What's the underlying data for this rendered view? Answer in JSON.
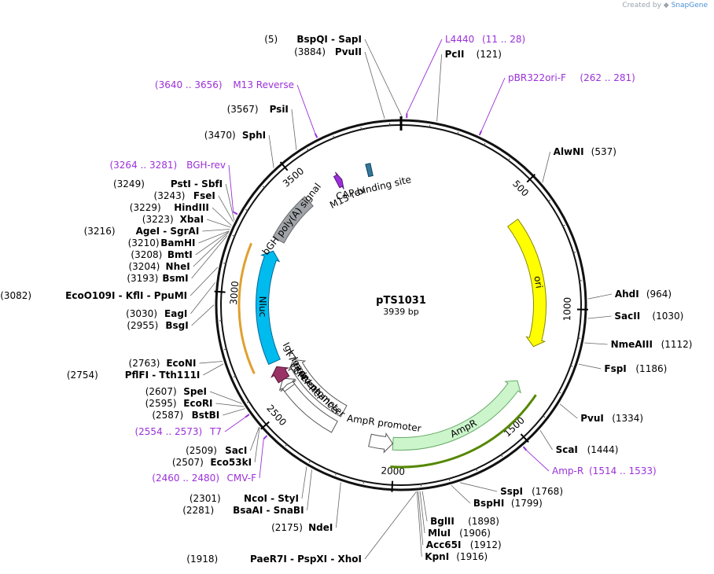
{
  "branding": {
    "created_by": "Created by",
    "product": "SnapGene",
    "logo_icon": "snapgene-logo-icon"
  },
  "plasmid": {
    "name": "pTS1031",
    "length_label": "3939 bp",
    "length": 3939
  },
  "ticks": [
    "500",
    "1000",
    "1500",
    "2000",
    "2500",
    "3000",
    "3500"
  ],
  "features": [
    {
      "name": "ori",
      "start": 587,
      "end": 1175,
      "dir": 1,
      "color": "#ffff00",
      "stroke": "#888800",
      "r": 0.89,
      "label_pos": "inside-arc"
    },
    {
      "name": "AmpR",
      "start": 1346,
      "end": 2006,
      "dir": -1,
      "color": "#ccf5cc",
      "stroke": "#66aa66",
      "r": 0.89,
      "label_pos": "inside-arc"
    },
    {
      "name": "AmpR promoter",
      "start": 2007,
      "end": 2111,
      "dir": -1,
      "color": "#ffffff",
      "stroke": "#555555",
      "r": 0.89,
      "label_pos": "outside"
    },
    {
      "name": "CMV enhancer",
      "start": 2280,
      "end": 2659,
      "dir": 1,
      "color": "#ffffff",
      "stroke": "#555555",
      "r": 0.79,
      "label_pos": "inside-arc"
    },
    {
      "name": "CMV promoter",
      "start": 2283,
      "end": 2606,
      "dir": 1,
      "color": "#ffffff",
      "stroke": "#555555",
      "r": 0.89,
      "label_pos": "outside"
    },
    {
      "name": "T7 promoter",
      "start": 2554,
      "end": 2573,
      "dir": 1,
      "color": "#ffffff",
      "stroke": "#555555",
      "r": 0.89,
      "label_pos": "outside"
    },
    {
      "name": "Igk leader",
      "start": 2600,
      "end": 2666,
      "dir": 1,
      "color": "#993366",
      "stroke": "#551133",
      "r": 0.89,
      "label_pos": "outside"
    },
    {
      "name": "Nluc",
      "start": 2690,
      "end": 3205,
      "dir": 1,
      "color": "#00bbee",
      "stroke": "#006699",
      "r": 0.89,
      "label_pos": "inside-arc"
    },
    {
      "name": "bGH poly(A) signal",
      "start": 3260,
      "end": 3484,
      "dir": 0,
      "color": "#a0a4a8",
      "stroke": "#666a6e",
      "r": 0.89,
      "label_pos": "inside-arc"
    },
    {
      "name": "M13 rev",
      "start": 3637,
      "end": 3663,
      "dir": 1,
      "color": "#9b30d9",
      "stroke": "#551177",
      "r": 0.89,
      "label_pos": "outside"
    },
    {
      "name": "CAP binding site",
      "start": 3784,
      "end": 3805,
      "dir": 0,
      "color": "#337799",
      "stroke": "#114466",
      "r": 0.89,
      "label_pos": "outside"
    }
  ],
  "outer_features": [
    {
      "name": "AmpR-ring",
      "start": 1353,
      "end": 2011,
      "color": "#558800"
    },
    {
      "name": "Nluc-ring",
      "start": 2680,
      "end": 3200,
      "color": "#e0a030"
    }
  ],
  "primers": [
    {
      "name": "L4440",
      "range": "(11 .. 28)",
      "pos": 19
    },
    {
      "name": "pBR322ori-F",
      "range": "(262 .. 281)",
      "pos": 271
    },
    {
      "name": "Amp-R",
      "range": "(1514 .. 1533)",
      "pos": 1523
    },
    {
      "name": "CMV-F",
      "range": "(2460 .. 2480)",
      "pos": 2470
    },
    {
      "name": "T7",
      "range": "(2554 .. 2573)",
      "pos": 2563
    },
    {
      "name": "BGH-rev",
      "range": "(3264 .. 3281)",
      "pos": 3272
    },
    {
      "name": "M13 Reverse",
      "range": "(3640 .. 3656)",
      "pos": 3648
    }
  ],
  "sites_right": [
    {
      "name": "PcII",
      "pos": "(121)",
      "bp": 121
    },
    {
      "name": "AlwNI",
      "pos": "(537)",
      "bp": 537
    },
    {
      "name": "AhdI",
      "pos": "(964)",
      "bp": 964
    },
    {
      "name": "SacII",
      "pos": "(1030)",
      "bp": 1030
    },
    {
      "name": "NmeAIII",
      "pos": "(1112)",
      "bp": 1112
    },
    {
      "name": "FspI",
      "pos": "(1186)",
      "bp": 1186
    },
    {
      "name": "PvuI",
      "pos": "(1334)",
      "bp": 1334
    },
    {
      "name": "ScaI",
      "pos": "(1444)",
      "bp": 1444
    },
    {
      "name": "SspI",
      "pos": "(1768)",
      "bp": 1768
    },
    {
      "name": "BspHI",
      "pos": "(1799)",
      "bp": 1799
    },
    {
      "name": "BglII",
      "pos": "(1898)",
      "bp": 1898
    },
    {
      "name": "MluI",
      "pos": "(1906)",
      "bp": 1906
    },
    {
      "name": "Acc65I",
      "pos": "(1912)",
      "bp": 1912
    },
    {
      "name": "KpnI",
      "pos": "(1916)",
      "bp": 1916
    }
  ],
  "sites_left": [
    {
      "name": "BspQI  - SapI",
      "pos": "(5)",
      "bp": 5
    },
    {
      "name": "PvuII",
      "pos": "(3884)",
      "bp": 3884
    },
    {
      "name": "PsiI",
      "pos": "(3567)",
      "bp": 3567
    },
    {
      "name": "SphI",
      "pos": "(3470)",
      "bp": 3470
    },
    {
      "name": "PstI  - SbfI",
      "pos": "(3249)",
      "bp": 3249
    },
    {
      "name": "FseI",
      "pos": "(3243)",
      "bp": 3243
    },
    {
      "name": "HindIII",
      "pos": "(3229)",
      "bp": 3229
    },
    {
      "name": "XbaI",
      "pos": "(3223)",
      "bp": 3223
    },
    {
      "name": "AgeI  - SgrAI",
      "pos": "(3216)",
      "bp": 3216
    },
    {
      "name": "BamHI",
      "pos": "(3210)",
      "bp": 3210
    },
    {
      "name": "BmtI",
      "pos": "(3208)",
      "bp": 3208
    },
    {
      "name": "NheI",
      "pos": "(3204)",
      "bp": 3204
    },
    {
      "name": "BsmI",
      "pos": "(3193)",
      "bp": 3193
    },
    {
      "name": "EcoO109I  - KflI  - PpuMI",
      "pos": "(3082)",
      "bp": 3082
    },
    {
      "name": "EagI",
      "pos": "(3030)",
      "bp": 3030
    },
    {
      "name": "BsgI",
      "pos": "(2955)",
      "bp": 2955
    },
    {
      "name": "EcoNI",
      "pos": "(2763)",
      "bp": 2763
    },
    {
      "name": "PflFI  - Tth111I",
      "pos": "(2754)",
      "bp": 2754
    },
    {
      "name": "SpeI",
      "pos": "(2607)",
      "bp": 2607
    },
    {
      "name": "EcoRI",
      "pos": "(2595)",
      "bp": 2595
    },
    {
      "name": "BstBI",
      "pos": "(2587)",
      "bp": 2587
    },
    {
      "name": "SacI",
      "pos": "(2509)",
      "bp": 2509
    },
    {
      "name": "Eco53kI",
      "pos": "(2507)",
      "bp": 2507
    },
    {
      "name": "NcoI  - StyI",
      "pos": "(2301)",
      "bp": 2301
    },
    {
      "name": "BsaAI  - SnaBI",
      "pos": "(2281)",
      "bp": 2281
    },
    {
      "name": "NdeI",
      "pos": "(2175)",
      "bp": 2175
    },
    {
      "name": "PaeR7I  - PspXI  - XhoI",
      "pos": "(1918)",
      "bp": 1918
    }
  ]
}
